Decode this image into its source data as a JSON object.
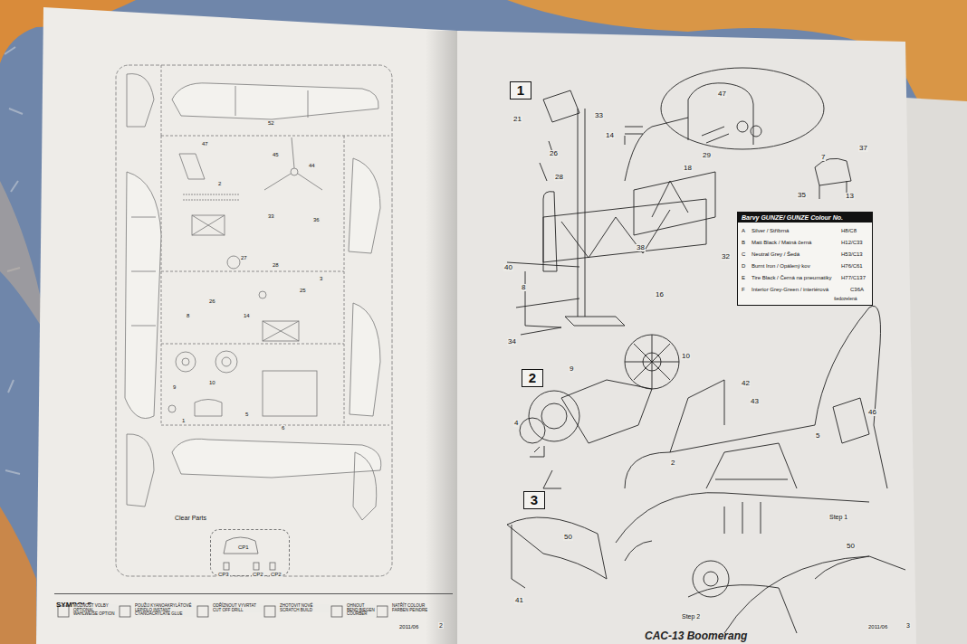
{
  "diagram": {
    "title": "CAC-13 Boomerang",
    "nodes": [
      {
        "text": [
          "1"
        ]
      },
      {
        "text": [
          "2"
        ]
      },
      {
        "text": [
          "3"
        ]
      },
      {
        "text": [
          "Barvy GUNZE/ GUNZE Colour No."
        ]
      },
      {
        "text": [
          "Clear Parts"
        ]
      },
      {
        "text": [
          "SYMBOLS"
        ]
      }
    ],
    "labels": [
      "52",
      "47",
      "45",
      "44",
      "33",
      "36",
      "27",
      "28",
      "26",
      "25",
      "14",
      "10",
      "9",
      "6",
      "5",
      "1",
      "3",
      "2",
      "8",
      "CP1",
      "CP3",
      "CP2",
      "CP2",
      "A",
      "Silver / Stříbrná",
      "H8/C8",
      "B",
      "Matt Black / Matná černá",
      "H12/C33",
      "C",
      "Neutral Grey / Šedá",
      "H53/C13",
      "D",
      "Burnt Iron / Opálený kov",
      "H76/C61",
      "E",
      "Tire Black / Černá na pneumatiky",
      "H77/C137",
      "F",
      "Interior Grey-Green / interiérová",
      "C36A",
      "šedozelená",
      "47",
      "21",
      "33",
      "26",
      "14",
      "28",
      "29",
      "18",
      "7",
      "37",
      "35",
      "13",
      "38",
      "32",
      "40",
      "8",
      "16",
      "34",
      "9",
      "10",
      "42",
      "43",
      "4",
      "5",
      "46",
      "2",
      "Step 1",
      "50",
      "41",
      "Step 2",
      "50",
      "MOŽNOST VOLBY OPTIONAL WAHLWEISE OPTION",
      "POUŽIJ KYANOAKRYLÁTOVÉ LEPIDLO INSTANT CYANOACRYLATE GLUE",
      "ODŘÍZNOUT VYVRTAT CUT OFF DRILL",
      "ZHOTOVIT NOVÉ SCRATCH BUILD",
      "OHNOUT BEND BIEGEN COURBER",
      "NATŘÍT COLOUR FARBEN PEINDRE",
      "2011/06",
      "2",
      "2011/06",
      "3"
    ]
  }
}
